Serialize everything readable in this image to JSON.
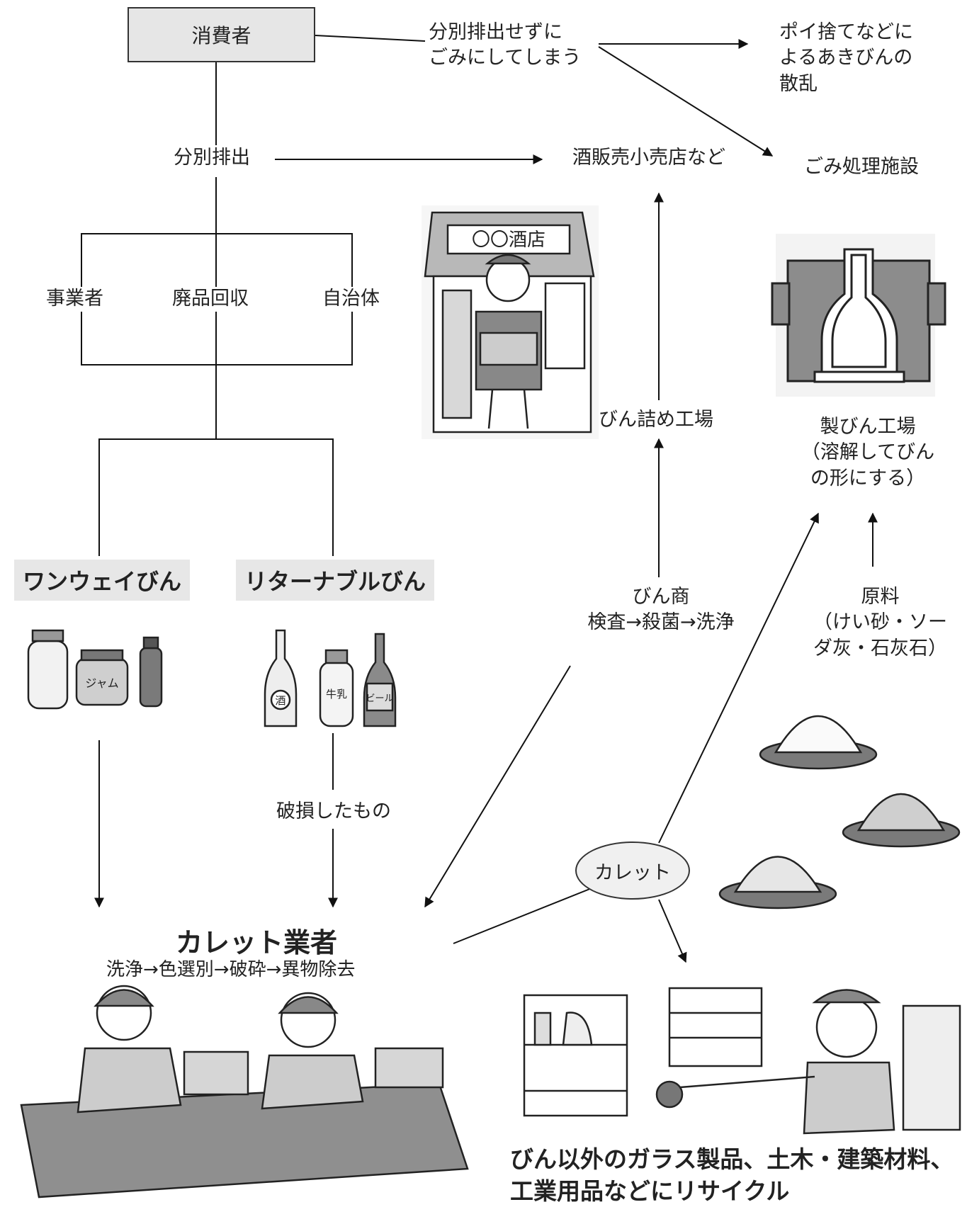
{
  "consumer": "消費者",
  "no_sort": {
    "line1": "分別排出せずに",
    "line2": "ごみにしてしまう"
  },
  "litter": {
    "line1": "ポイ捨てなどに",
    "line2": "よるあきびんの",
    "line3": "散乱"
  },
  "waste_facility": "ごみ処理施設",
  "sorted_discharge": "分別排出",
  "liquor_store": "酒販売小売店など",
  "store_sign": "〇〇酒店",
  "business": "事業者",
  "scrap_collection": "廃品回収",
  "municipality": "自治体",
  "bottling_plant": "びん詰め工場",
  "bottle_factory": {
    "line1": "製びん工場",
    "line2": "（溶解してびん",
    "line3": "の形にする）"
  },
  "one_way": "ワンウェイびん",
  "returnable": "リターナブルびん",
  "bottle_dealer": {
    "line1": "びん商",
    "line2": "検査→殺菌→洗浄"
  },
  "raw_materials": {
    "line1": "原料",
    "line2": "（けい砂・ソー",
    "line3": "ダ灰・石灰石）"
  },
  "broken": "破損したもの",
  "cullet": "カレット",
  "cullet_company": {
    "title": "カレット業者",
    "process": "洗浄→色選別→破砕→異物除去"
  },
  "jar_label": "ジャム",
  "returnable_labels": [
    "酒",
    "牛乳",
    "ビール"
  ],
  "footer": {
    "line1": "びん以外のガラス製品、土木・建築材料、",
    "line2": "工業用品などにリサイクル"
  }
}
